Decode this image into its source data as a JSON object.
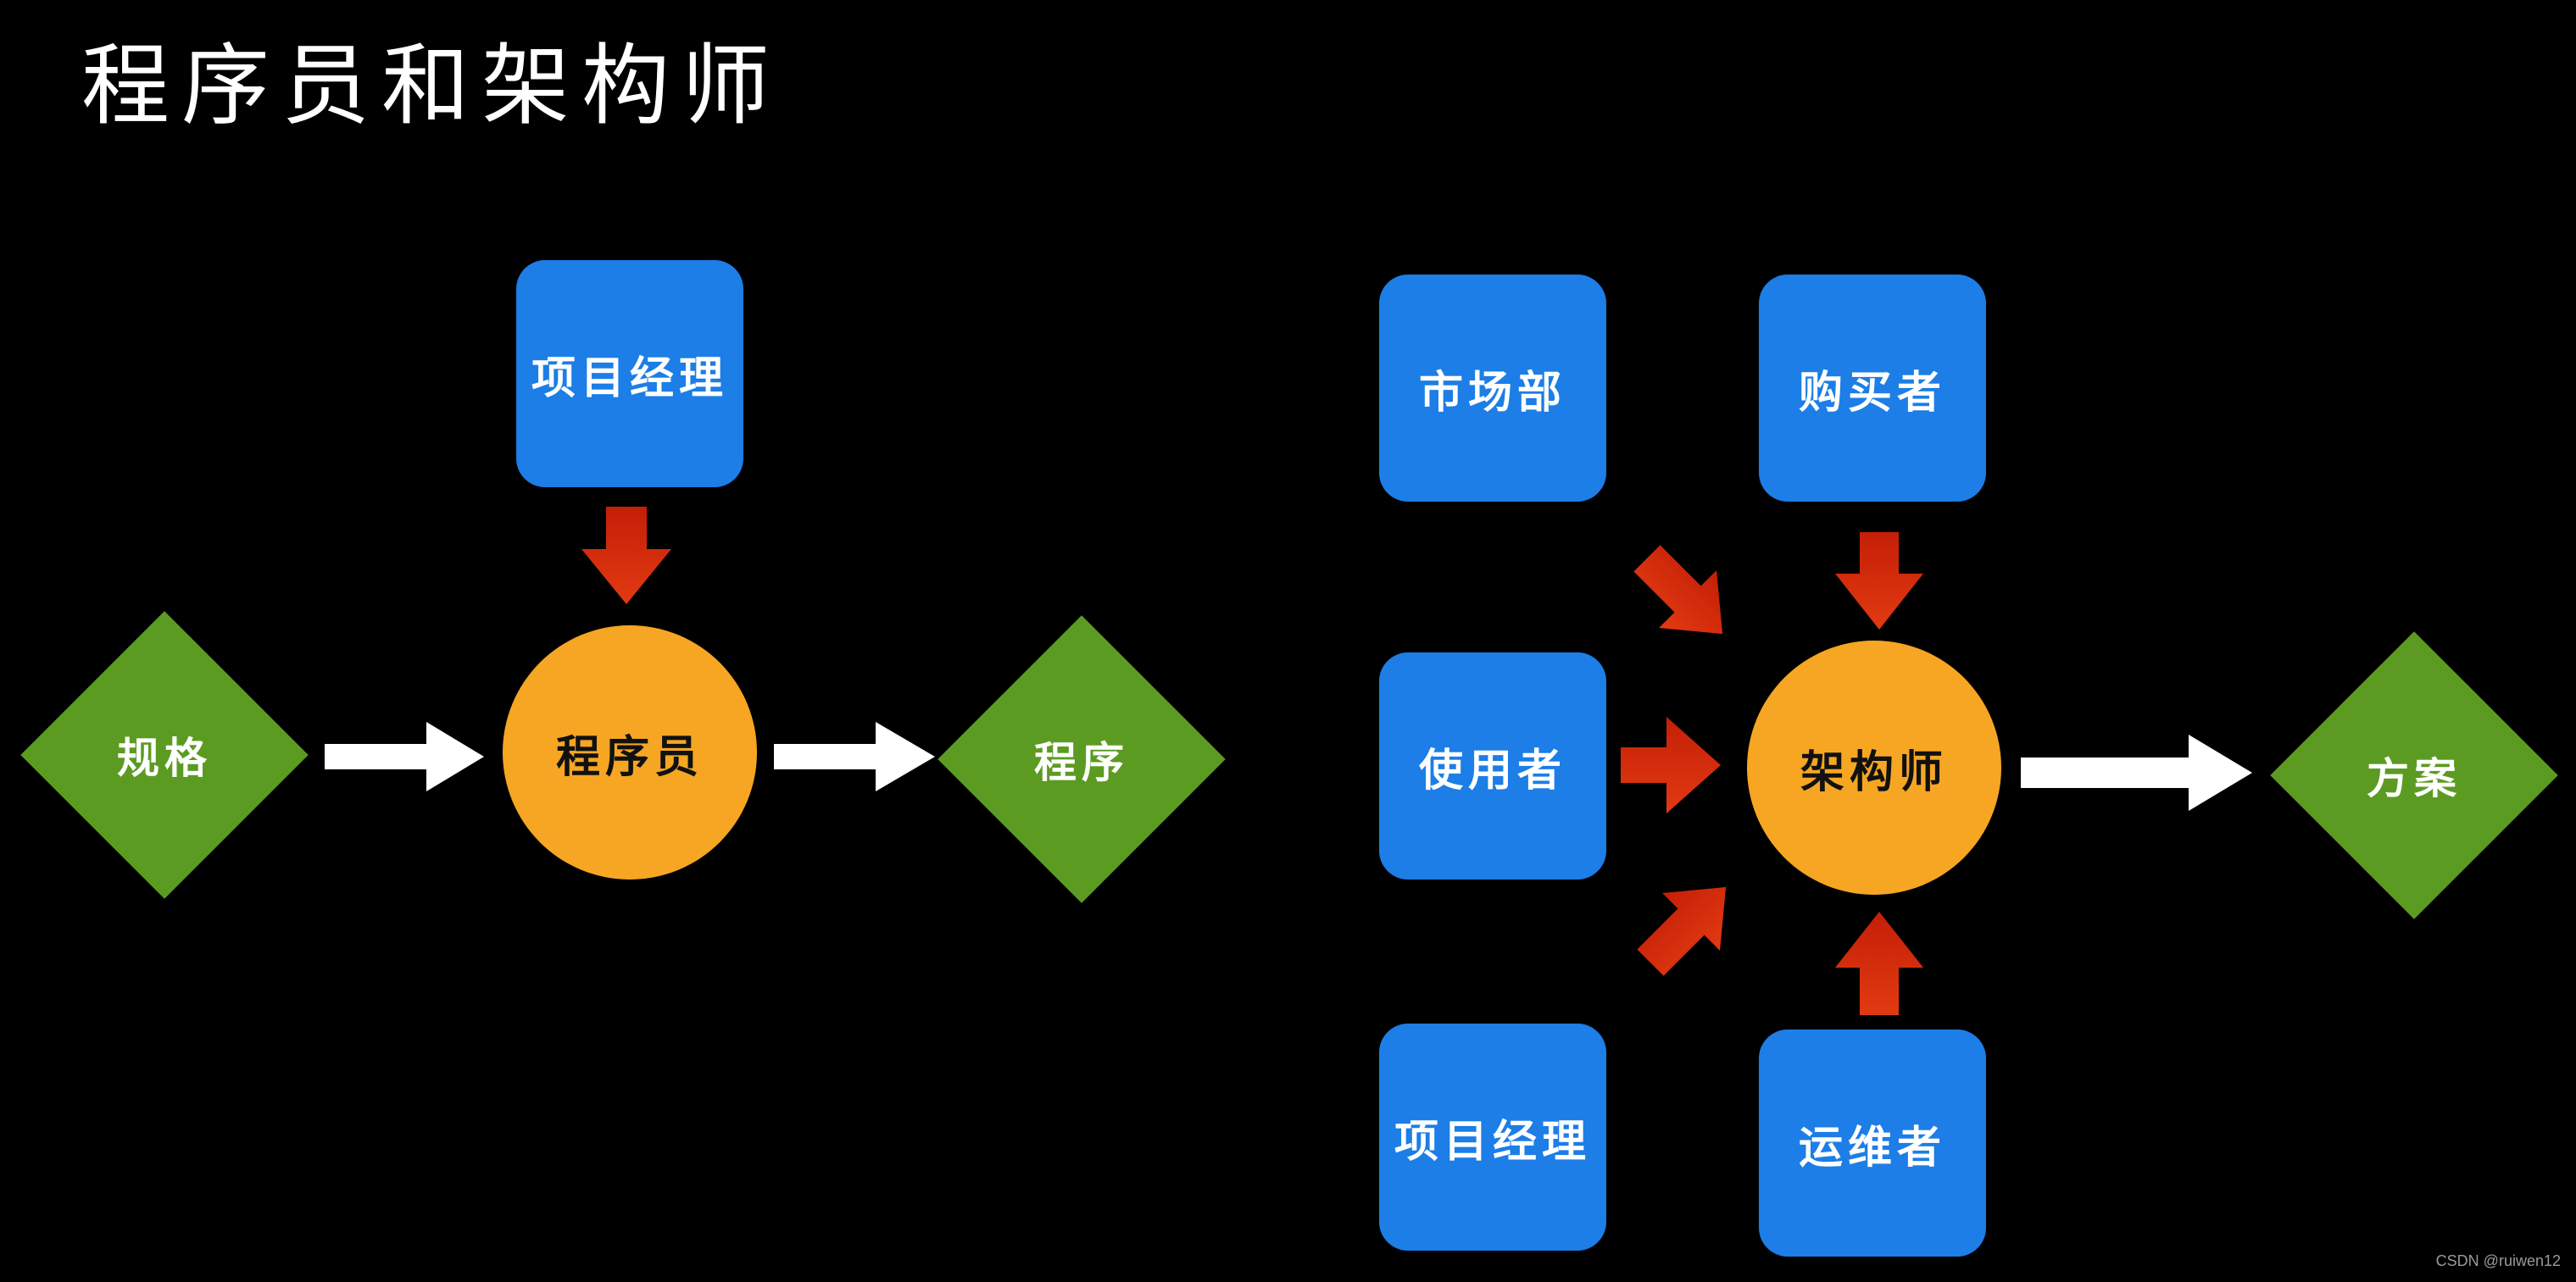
{
  "title": "程序员和架构师",
  "left": {
    "manager": "项目经理",
    "spec": "规格",
    "programmer": "程序员",
    "program": "程序"
  },
  "right": {
    "marketing": "市场部",
    "buyer": "购买者",
    "user": "使用者",
    "architect": "架构师",
    "solution": "方案",
    "manager": "项目经理",
    "ops": "运维者"
  },
  "colors": {
    "box": "#1c7ee6",
    "circle": "#f6a623",
    "diamond": "#5c9b22",
    "red_arrow": "#d42a0c",
    "white_arrow": "#ffffff"
  },
  "credit": "CSDN @ruiwen12"
}
